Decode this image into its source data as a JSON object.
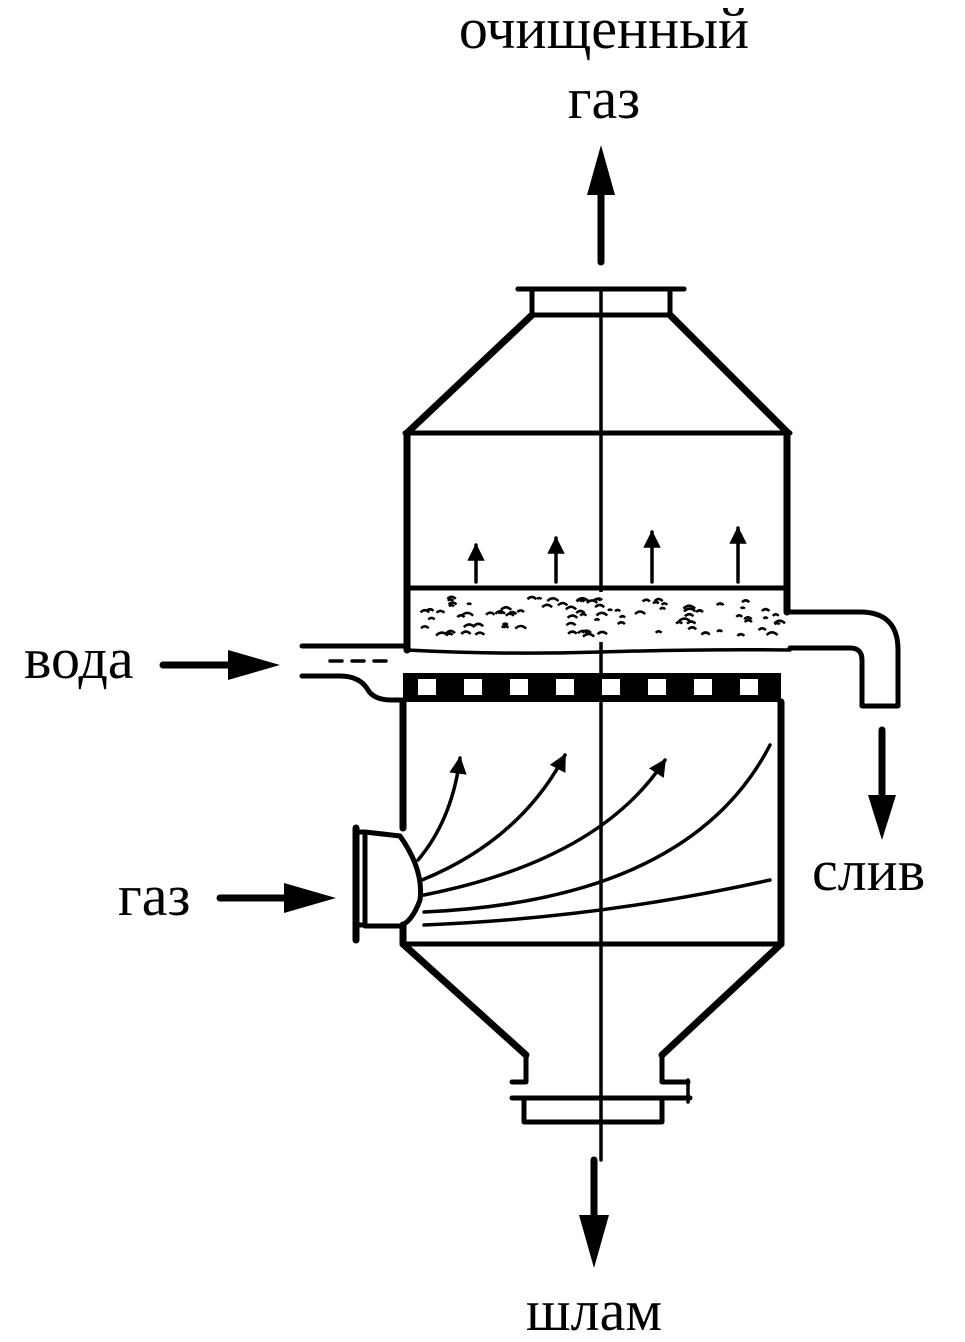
{
  "labels": {
    "clean_gas_line1": "очищенный",
    "clean_gas_line2": "газ",
    "water": "вода",
    "gas": "газ",
    "drain": "слив",
    "sludge": "шлам"
  }
}
